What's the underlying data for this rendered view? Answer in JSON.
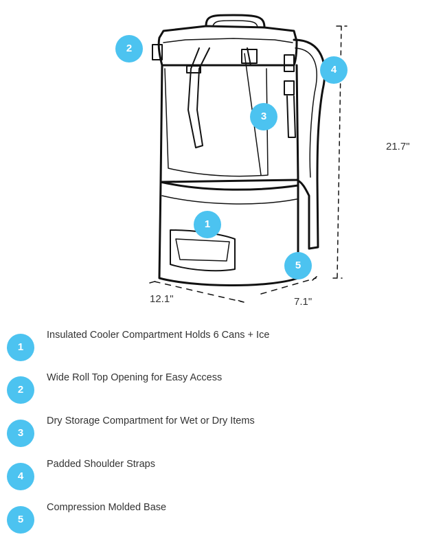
{
  "colors": {
    "accent": "#4cc3f0",
    "line": "#111111"
  },
  "callouts": [
    {
      "num": "1"
    },
    {
      "num": "2"
    },
    {
      "num": "3"
    },
    {
      "num": "4"
    },
    {
      "num": "5"
    }
  ],
  "dimensions": {
    "height": "21.7\"",
    "width": "12.1\"",
    "depth": "7.1\""
  },
  "legend": [
    {
      "num": "1",
      "text": "Insulated Cooler Compartment Holds 6 Cans + Ice"
    },
    {
      "num": "2",
      "text": "Wide Roll Top Opening for Easy Access"
    },
    {
      "num": "3",
      "text": "Dry Storage Compartment for Wet or Dry Items"
    },
    {
      "num": "4",
      "text": "Padded Shoulder Straps"
    },
    {
      "num": "5",
      "text": "Compression Molded Base"
    }
  ]
}
